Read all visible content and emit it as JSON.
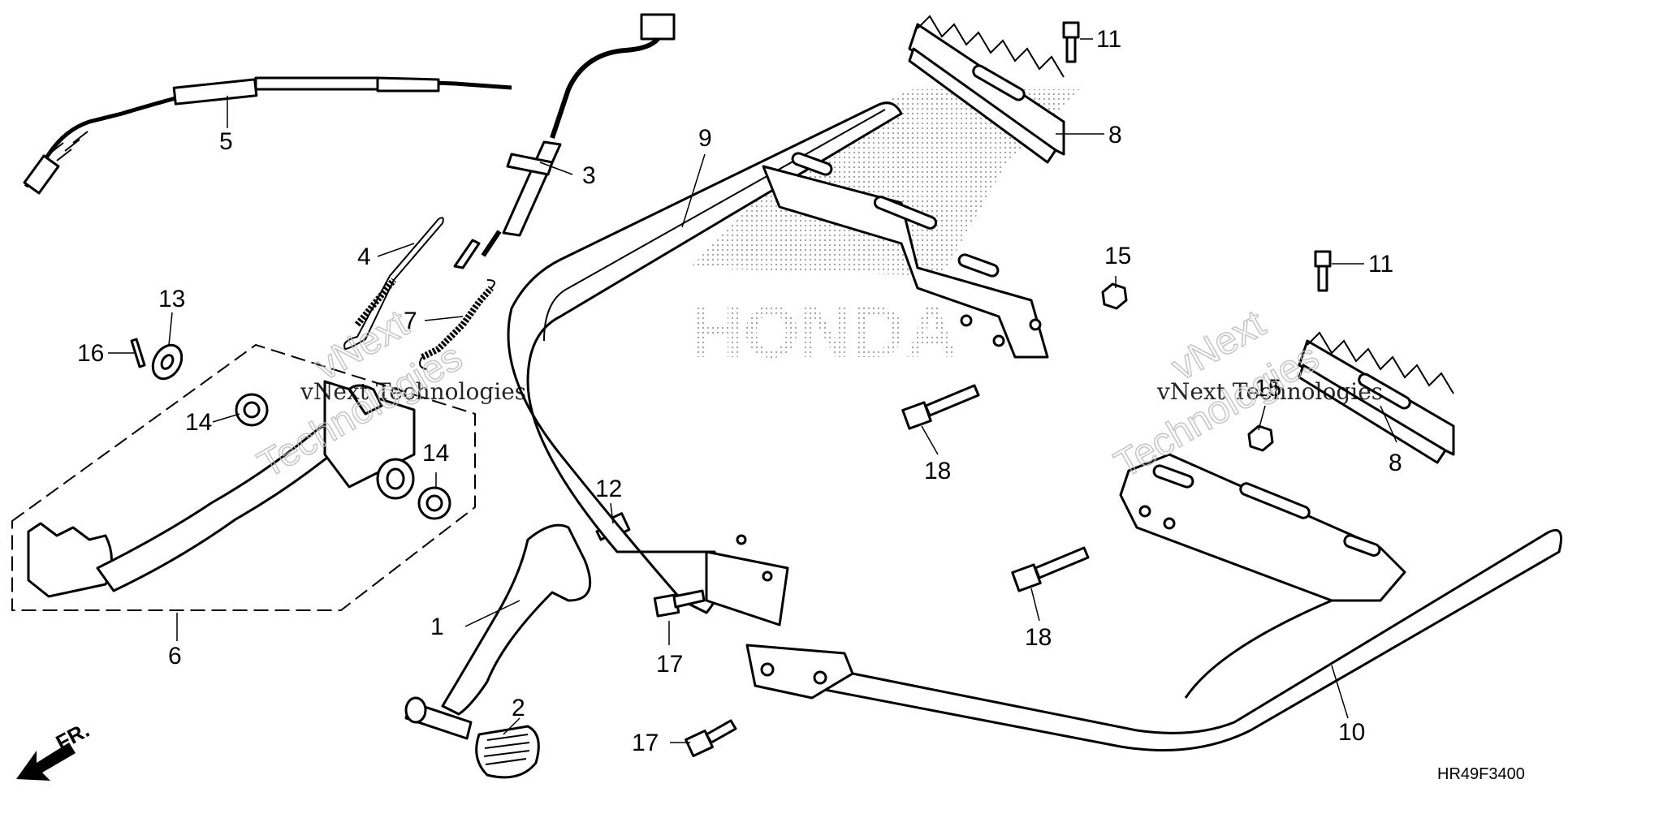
{
  "diagram_code": "HR49F3400",
  "front_indicator": "FR.",
  "watermark": {
    "line1": "vNext Technologies",
    "line2": "vNext",
    "line3": "Technologies"
  },
  "brand_background_text": "HONDA",
  "callouts": {
    "c1": "1",
    "c2": "2",
    "c3": "3",
    "c4": "4",
    "c5": "5",
    "c6": "6",
    "c7": "7",
    "c8a": "8",
    "c8b": "8",
    "c9": "9",
    "c10": "10",
    "c11a": "11",
    "c11b": "11",
    "c12": "12",
    "c13": "13",
    "c14a": "14",
    "c14b": "14",
    "c15a": "15",
    "c15b": "15",
    "c16": "16",
    "c17a": "17",
    "c17b": "17",
    "c18a": "18",
    "c18b": "18"
  }
}
